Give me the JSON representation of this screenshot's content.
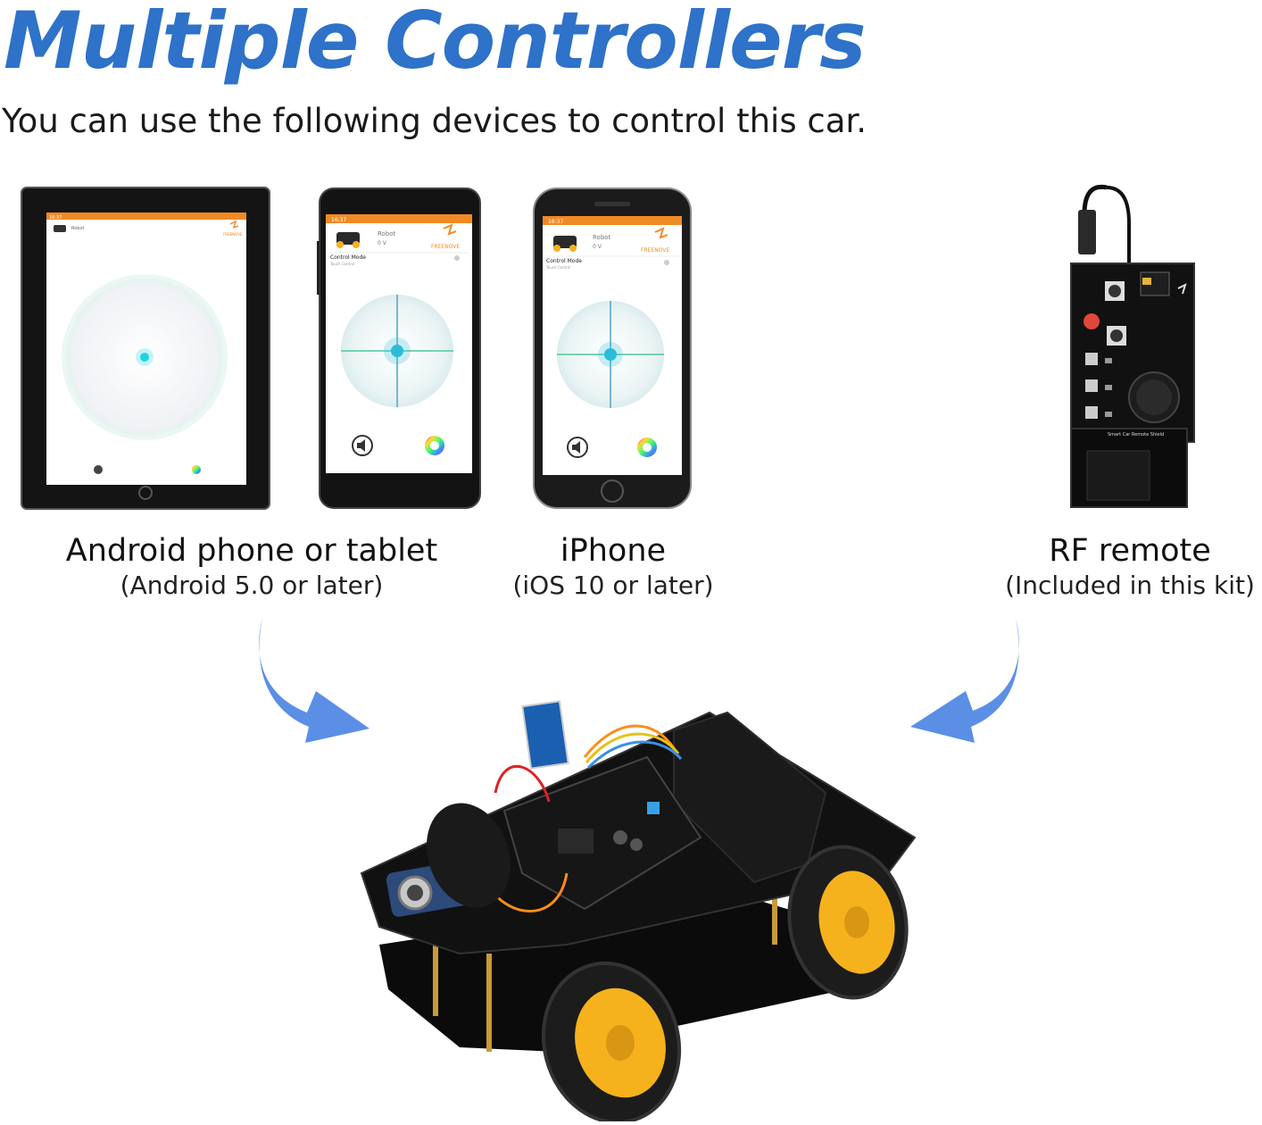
{
  "header": {
    "title": "Multiple Controllers",
    "subtitle": "You can use the following devices to control this car."
  },
  "devices": [
    {
      "label": "Android phone or tablet",
      "note": "(Android 5.0 or later)"
    },
    {
      "label": "iPhone",
      "note": "(iOS 10 or later)"
    },
    {
      "label": "RF remote",
      "note": "(Included in this kit)"
    }
  ],
  "app_screen": {
    "status_time": "16:37",
    "robot_label": "Robot",
    "voltage": "0 V",
    "brand": "FREENOVE",
    "control_mode_label": "Control Mode",
    "control_mode_value": "Touch Control"
  },
  "remote": {
    "board_label": "Smart Car Remote Shield",
    "brand": "FREENOVE"
  },
  "colors": {
    "title_blue": "#2e72c9",
    "arrow_blue": "#5b8fe6",
    "app_orange": "#f08a24",
    "wheel_yellow": "#f6b21c"
  },
  "icons": [
    "sound-icon",
    "color-wheel-icon",
    "car-icon",
    "freenove-logo-icon",
    "curved-arrow-icon"
  ]
}
